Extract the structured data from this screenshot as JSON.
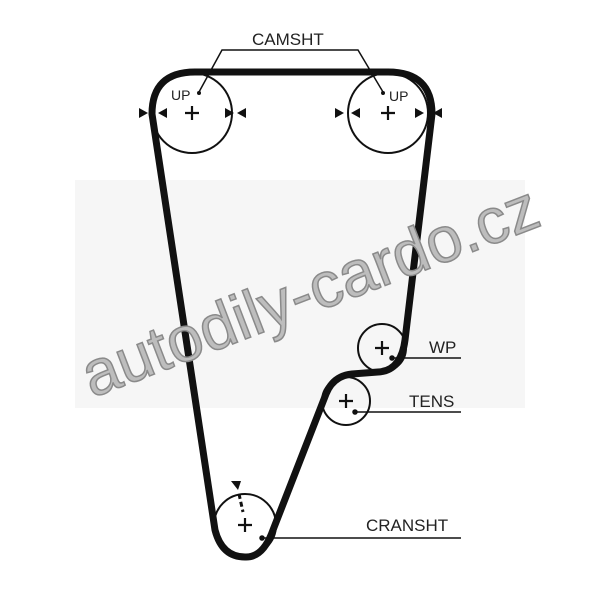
{
  "labels": {
    "camshaft": "CAMSHT",
    "up_left": "UP",
    "up_right": "UP",
    "water_pump": "WP",
    "tensioner": "TENS",
    "crankshaft": "CRANSHT"
  },
  "watermark": "autodily-cardo.cz"
}
